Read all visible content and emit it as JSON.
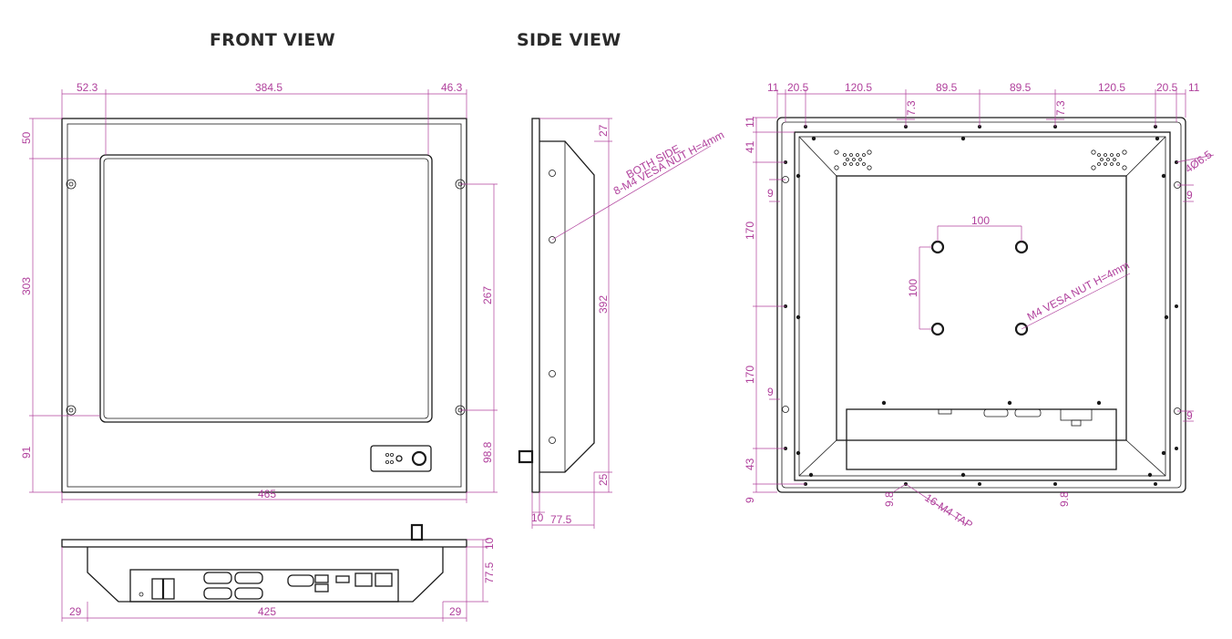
{
  "titles": {
    "front": "FRONT VIEW",
    "side": "SIDE VIEW"
  },
  "colors": {
    "dimension": "#b0409c",
    "outline": "#1a1a1a"
  },
  "front": {
    "d_left_margin": "52.3",
    "d_screen_width": "384.5",
    "d_right_margin": "46.3",
    "d_top": "50",
    "d_screen_height": "303",
    "d_bottom": "91",
    "d_hole_pitch": "267",
    "d_hole_bottom": "98.8",
    "d_overall_width": "465"
  },
  "side": {
    "d_top": "27",
    "d_height": "392",
    "d_bottom": "25",
    "d_bezel": "10",
    "d_depth": "77.5",
    "note_line1": "BOTH SIDE",
    "note_line2": "8-M4 VESA NUT H=4mm"
  },
  "bottom": {
    "d_left": "29",
    "d_width": "425",
    "d_right": "29",
    "d_bezel": "10",
    "d_depth": "77.5"
  },
  "rear": {
    "top_dims": [
      "11",
      "20.5",
      "120.5",
      "89.5",
      "89.5",
      "120.5",
      "20.5",
      "11"
    ],
    "d_tick_left": "7.3",
    "d_tick_right": "7.3",
    "left_dims": [
      "11",
      "41",
      "9",
      "170",
      "170",
      "9",
      "43",
      "9"
    ],
    "d_right_9_top": "9",
    "d_right_9_bottom": "9",
    "d_hole_dia": "4Ø6.5",
    "vesa_h": "100",
    "vesa_v": "100",
    "vesa_note": "M4 VESA NUT H=4mm",
    "d_bottom_left": "9.8",
    "d_bottom_right": "9.8",
    "tap_note": "16-M4 TAP"
  }
}
